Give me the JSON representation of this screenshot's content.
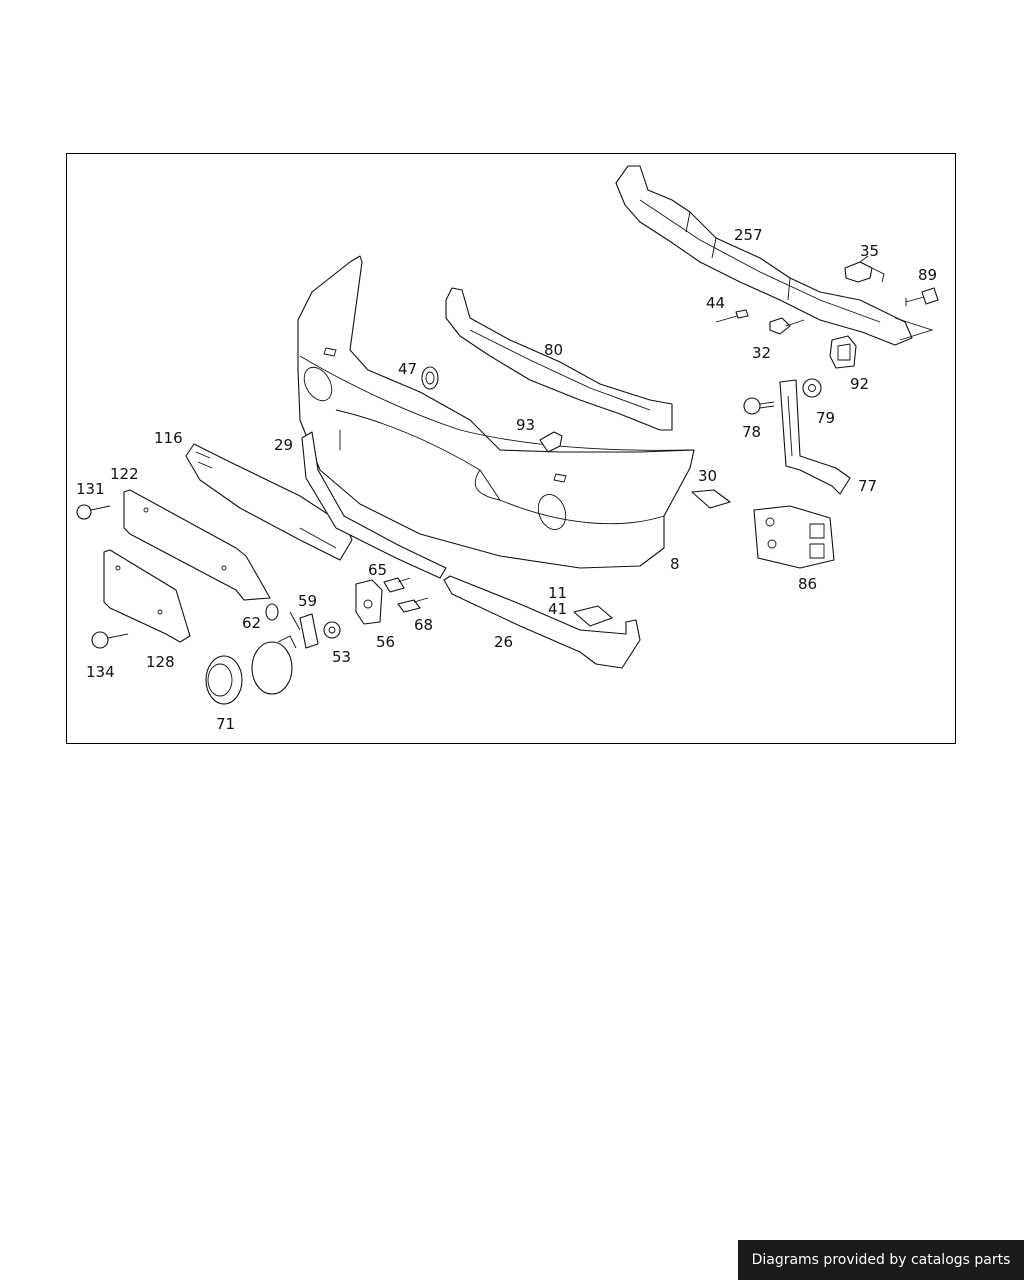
{
  "diagram": {
    "callouts": [
      "257",
      "35",
      "89",
      "44",
      "32",
      "92",
      "80",
      "47",
      "93",
      "78",
      "79",
      "77",
      "30",
      "116",
      "29",
      "122",
      "131",
      "8",
      "86",
      "65",
      "11",
      "41",
      "59",
      "62",
      "68",
      "56",
      "53",
      "26",
      "134",
      "128",
      "71"
    ]
  },
  "footer": {
    "credit_text": "Diagrams provided by catalogs parts"
  },
  "colors": {
    "line": "#111111",
    "background": "#ffffff",
    "credit_bar": "#1a1a1a",
    "credit_text": "#ffffff"
  }
}
